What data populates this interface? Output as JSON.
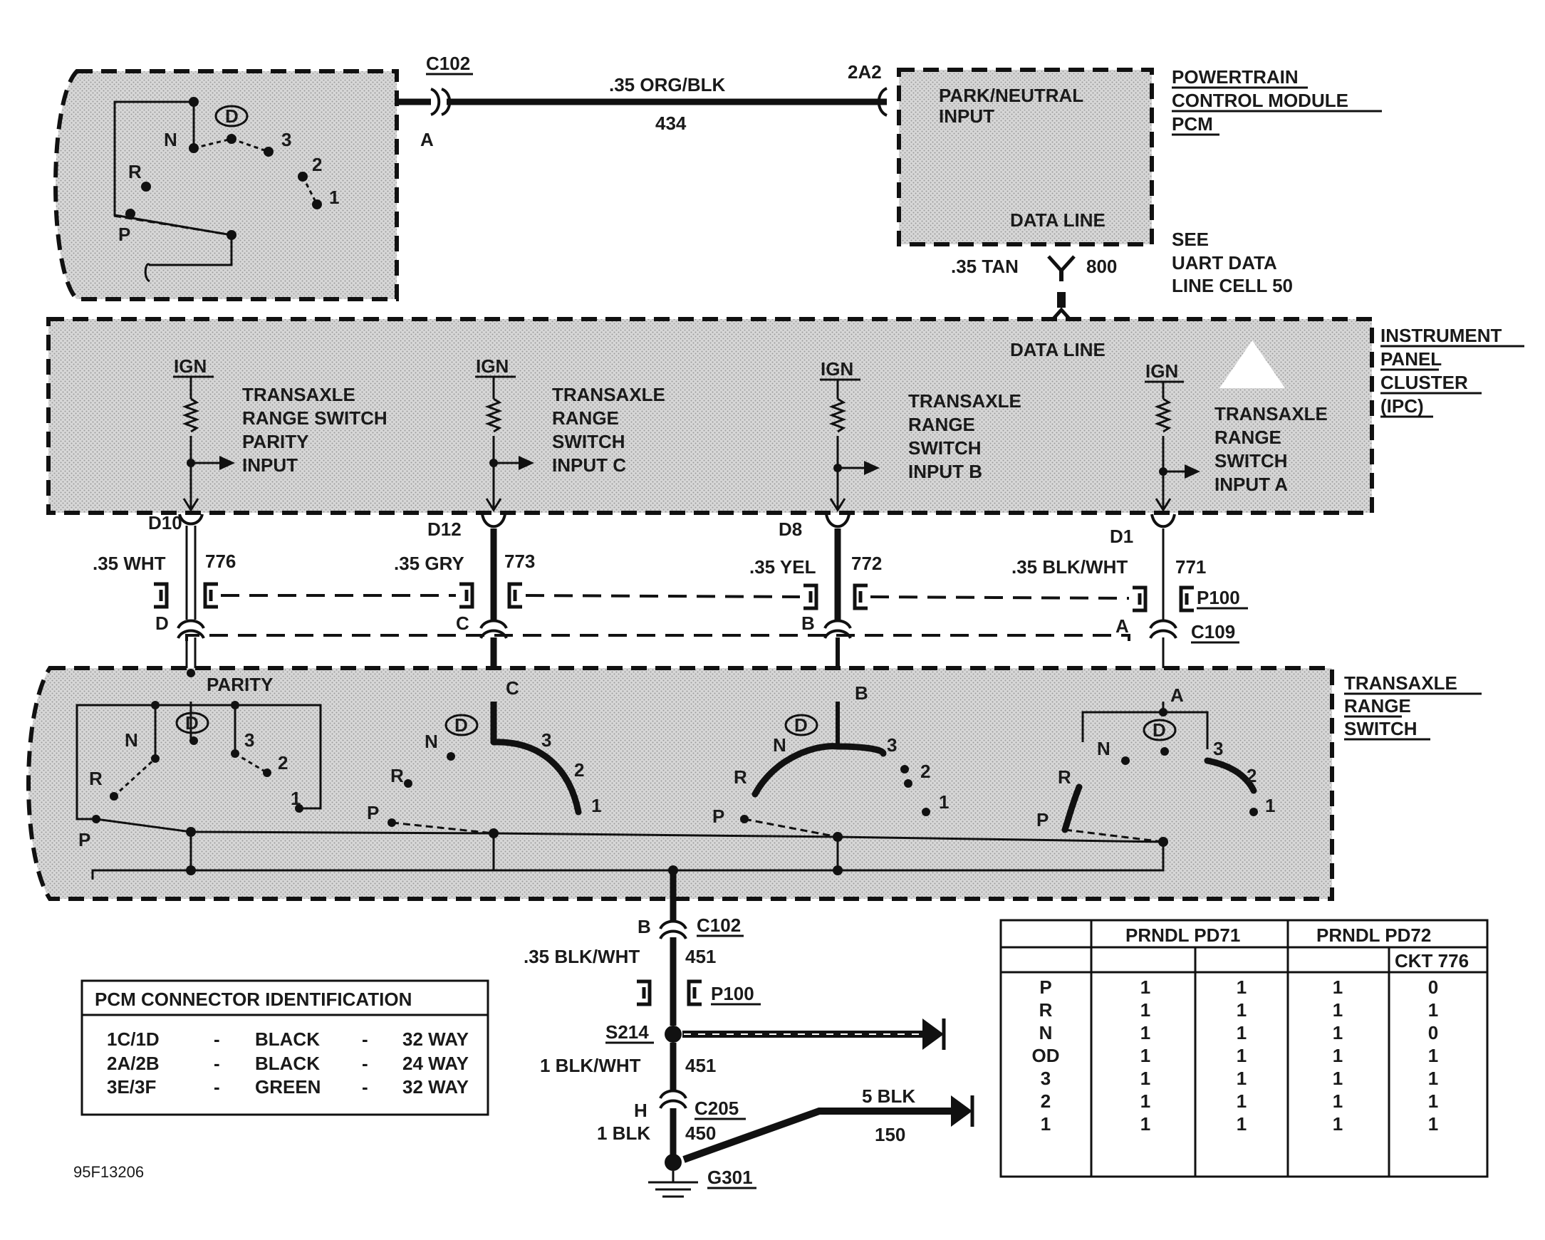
{
  "pcm": {
    "title": [
      "POWERTRAIN",
      "CONTROL MODULE",
      "PCM"
    ],
    "input_label": [
      "PARK/NEUTRAL",
      "INPUT"
    ],
    "data_line_label": "DATA LINE",
    "pin": "2A2",
    "see_note": [
      "SEE",
      "UART DATA",
      "LINE CELL 50"
    ]
  },
  "top_wire": {
    "connector": "C102",
    "cavity": "A",
    "color": ".35 ORG/BLK",
    "circuit": "434"
  },
  "data_line_wire": {
    "color": ".35 TAN",
    "circuit": "800"
  },
  "switch_positions": {
    "p": "P",
    "r": "R",
    "n": "N",
    "d": "D",
    "three": "3",
    "two": "2",
    "one": "1"
  },
  "ipc": {
    "title": [
      "INSTRUMENT",
      "PANEL",
      "CLUSTER",
      "(IPC)"
    ],
    "data_line_label": "DATA LINE",
    "ign": "IGN",
    "inputs": [
      {
        "lines": [
          "TRANSAXLE",
          "RANGE SWITCH",
          "PARITY",
          "INPUT"
        ],
        "pin": "D10",
        "color": ".35 WHT",
        "circuit": "776",
        "cavity": "D"
      },
      {
        "lines": [
          "TRANSAXLE",
          "RANGE",
          "SWITCH",
          "INPUT C"
        ],
        "pin": "D12",
        "color": ".35 GRY",
        "circuit": "773",
        "cavity": "C"
      },
      {
        "lines": [
          "TRANSAXLE",
          "RANGE",
          "SWITCH",
          "INPUT B"
        ],
        "pin": "D8",
        "color": ".35 YEL",
        "circuit": "772",
        "cavity": "B"
      },
      {
        "lines": [
          "TRANSAXLE",
          "RANGE",
          "SWITCH",
          "INPUT A"
        ],
        "pin": "D1",
        "color": ".35 BLK/WHT",
        "circuit": "771",
        "cavity": "A"
      }
    ]
  },
  "mid_connectors": {
    "p100": "P100",
    "c109": "C109"
  },
  "trs": {
    "title": [
      "TRANSAXLE",
      "RANGE",
      "SWITCH"
    ],
    "parity": "PARITY",
    "letters": {
      "c": "C",
      "b": "B",
      "a": "A"
    }
  },
  "ground_path": {
    "c102": "C102",
    "c102_cavity": "B",
    "wire1_color": ".35 BLK/WHT",
    "wire1_circuit": "451",
    "p100": "P100",
    "splice": "S214",
    "wire2_color": "1 BLK/WHT",
    "wire2_circuit": "451",
    "c205": "C205",
    "c205_cavity": "H",
    "wire3_color": "1 BLK",
    "wire3_circuit": "450",
    "ground": "G301",
    "branch_color": "5 BLK",
    "branch_circuit": "150"
  },
  "pcm_connector_id": {
    "title": "PCM CONNECTOR IDENTIFICATION",
    "rows": [
      {
        "id": "1C/1D",
        "dash1": "-",
        "color": "BLACK",
        "dash2": "-",
        "ways": "32 WAY"
      },
      {
        "id": "2A/2B",
        "dash1": "-",
        "color": "BLACK",
        "dash2": "-",
        "ways": "24 WAY"
      },
      {
        "id": "3E/3F",
        "dash1": "-",
        "color": "GREEN",
        "dash2": "-",
        "ways": "32 WAY"
      }
    ]
  },
  "prndl_table": {
    "header1": "PRNDL  PD71",
    "header2": "PRNDL  PD72",
    "subheader": "CKT 776",
    "rows": [
      {
        "pos": "P",
        "v": [
          "1",
          "1",
          "1",
          "0"
        ]
      },
      {
        "pos": "R",
        "v": [
          "1",
          "1",
          "1",
          "1"
        ]
      },
      {
        "pos": "N",
        "v": [
          "1",
          "1",
          "1",
          "0"
        ]
      },
      {
        "pos": "OD",
        "v": [
          "1",
          "1",
          "1",
          "1"
        ]
      },
      {
        "pos": "3",
        "v": [
          "1",
          "1",
          "1",
          "1"
        ]
      },
      {
        "pos": "2",
        "v": [
          "1",
          "1",
          "1",
          "1"
        ]
      },
      {
        "pos": "1",
        "v": [
          "1",
          "1",
          "1",
          "1"
        ]
      }
    ]
  },
  "figure_code": "95F13206"
}
